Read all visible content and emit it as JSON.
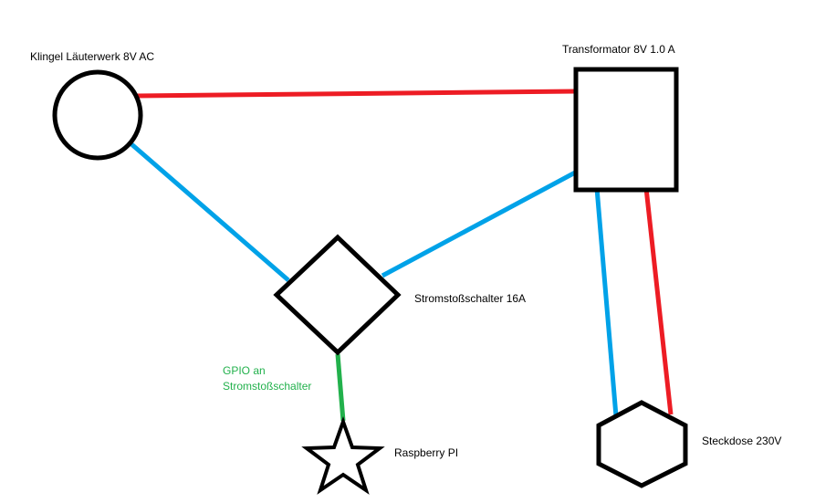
{
  "nodes": {
    "bell": {
      "label": "Klingel Läuterwerk 8V AC",
      "shape": "circle"
    },
    "transformer": {
      "label": "Transformator 8V 1.0 A",
      "shape": "rectangle"
    },
    "impulse_switch": {
      "label": "Stromstoßschalter 16A",
      "shape": "diamond"
    },
    "raspberry_pi": {
      "label": "Raspberry PI",
      "shape": "star"
    },
    "socket": {
      "label": "Steckdose 230V",
      "shape": "hexagon"
    }
  },
  "gpio_label": {
    "line1": "GPIO an",
    "line2": "Stromstoßschalter"
  },
  "colors": {
    "red_wire": "#ed1c24",
    "blue_wire": "#00a2e8",
    "green_wire": "#22b14c",
    "outline": "#000000",
    "background": "#ffffff"
  },
  "connections": [
    {
      "from": "bell",
      "to": "transformer",
      "color": "red_wire"
    },
    {
      "from": "bell",
      "to": "impulse_switch",
      "color": "blue_wire"
    },
    {
      "from": "impulse_switch",
      "to": "transformer",
      "color": "blue_wire"
    },
    {
      "from": "transformer",
      "to": "socket",
      "color": "blue_wire"
    },
    {
      "from": "transformer",
      "to": "socket",
      "color": "red_wire"
    },
    {
      "from": "impulse_switch",
      "to": "raspberry_pi",
      "color": "green_wire"
    }
  ]
}
